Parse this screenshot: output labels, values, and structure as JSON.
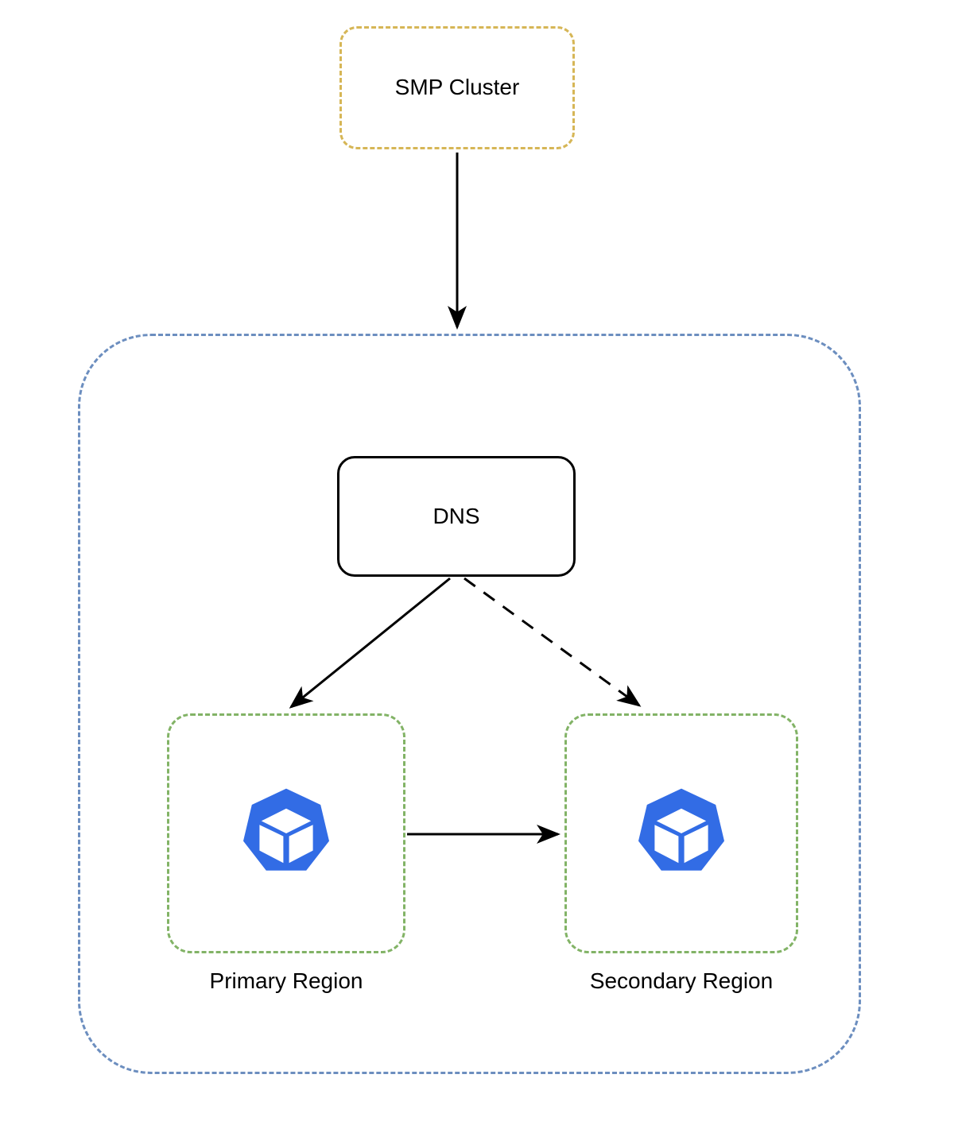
{
  "diagram": {
    "title": "SMP Cluster multi-region DNS failover architecture",
    "type": "architecture-diagram",
    "background_color": "#ffffff"
  },
  "nodes": {
    "smp_cluster": {
      "label": "SMP Cluster",
      "border_color": "#d6b656",
      "border_style": "dashed",
      "fill": "#ffffff"
    },
    "outer_boundary": {
      "label": "",
      "border_color": "#6c8ebf",
      "border_style": "dashed",
      "fill": "none"
    },
    "dns": {
      "label": "DNS",
      "border_color": "#000000",
      "border_style": "solid",
      "fill": "#ffffff"
    },
    "primary_region": {
      "label": "Primary Region",
      "border_color": "#82b366",
      "border_style": "dashed",
      "fill": "none",
      "icon": "kubernetes-icon",
      "icon_color": "#326ce5"
    },
    "secondary_region": {
      "label": "Secondary Region",
      "border_color": "#82b366",
      "border_style": "dashed",
      "fill": "none",
      "icon": "kubernetes-icon",
      "icon_color": "#326ce5"
    }
  },
  "edges": [
    {
      "id": "smp-to-boundary",
      "from": "smp_cluster",
      "to": "outer_boundary",
      "style": "solid",
      "arrowhead": "filled-triangle",
      "color": "#000000",
      "label": ""
    },
    {
      "id": "dns-to-primary",
      "from": "dns",
      "to": "primary_region",
      "style": "solid",
      "arrowhead": "filled-triangle",
      "color": "#000000",
      "label": ""
    },
    {
      "id": "dns-to-secondary",
      "from": "dns",
      "to": "secondary_region",
      "style": "dashed",
      "arrowhead": "filled-triangle",
      "color": "#000000",
      "label": ""
    },
    {
      "id": "primary-to-secondary",
      "from": "primary_region",
      "to": "secondary_region",
      "style": "solid",
      "arrowhead": "filled-triangle",
      "color": "#000000",
      "label": ""
    }
  ]
}
